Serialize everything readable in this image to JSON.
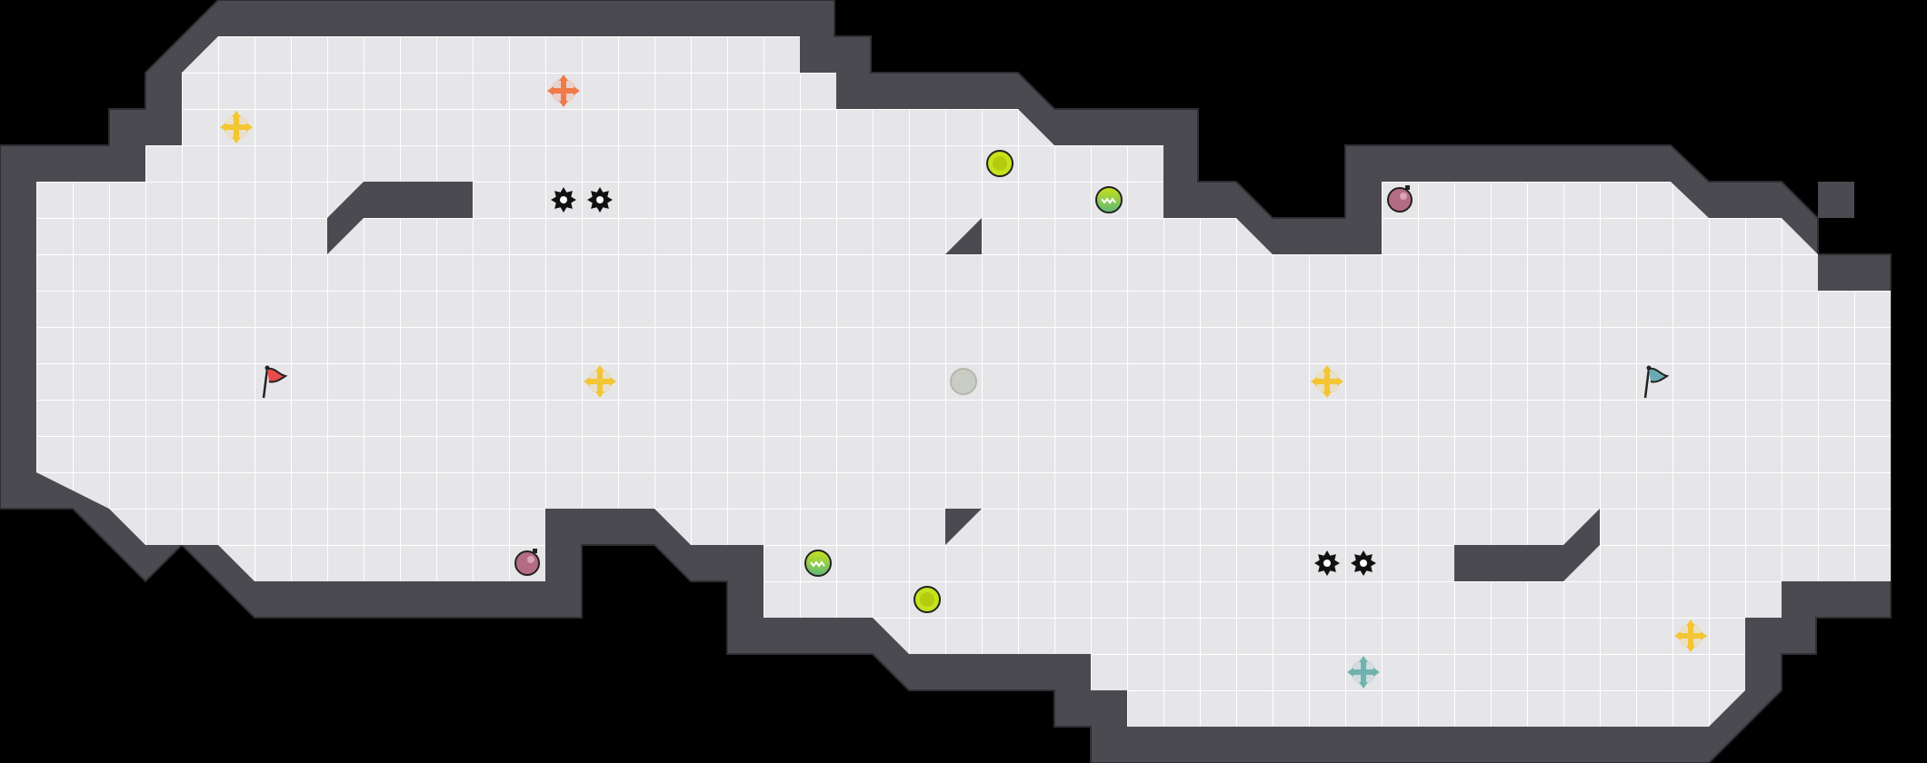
{
  "game": {
    "colors": {
      "background": "#000000",
      "floor": "#e6e6e9",
      "grid_line": "#ffffff",
      "wall": "#4a4a50",
      "wall_edge": "#2e2e33",
      "accent_yellow": "#f4c534",
      "accent_orange": "#f07a4a",
      "accent_teal": "#6fb3b0",
      "flag_red": "#e84b4b",
      "flag_teal": "#6aaab4",
      "lime": "#c8e21a",
      "bomb": "#b46b84",
      "spike": "#111111",
      "center_spot": "#c9cdc4"
    },
    "tile_grid": {
      "cols": 52,
      "rows": 20
    },
    "flags": [
      {
        "team": "red",
        "col": 7,
        "row": 10
      },
      {
        "team": "teal",
        "col": 45,
        "row": 10
      }
    ],
    "powerups": [
      {
        "kind": "boost",
        "color": "yellow",
        "col": 6,
        "row": 3
      },
      {
        "kind": "boost",
        "color": "orange",
        "col": 15,
        "row": 2
      },
      {
        "kind": "boost",
        "color": "yellow",
        "col": 16,
        "row": 10
      },
      {
        "kind": "boost",
        "color": "yellow",
        "col": 36,
        "row": 10
      },
      {
        "kind": "boost",
        "color": "yellow",
        "col": 46,
        "row": 17
      },
      {
        "kind": "boost",
        "color": "teal",
        "col": 37,
        "row": 18
      }
    ],
    "spikes": [
      {
        "col": 15,
        "row": 5
      },
      {
        "col": 16,
        "row": 5
      },
      {
        "col": 36,
        "row": 15
      },
      {
        "col": 37,
        "row": 15
      }
    ],
    "bombs": [
      {
        "col": 38,
        "row": 5
      },
      {
        "col": 14,
        "row": 15
      }
    ],
    "gates": [
      {
        "col": 30,
        "row": 5
      },
      {
        "col": 22,
        "row": 15
      }
    ],
    "lime_buttons": [
      {
        "col": 27,
        "row": 4
      },
      {
        "col": 25,
        "row": 16
      }
    ],
    "center_spot": {
      "col": 26,
      "row": 10
    }
  }
}
